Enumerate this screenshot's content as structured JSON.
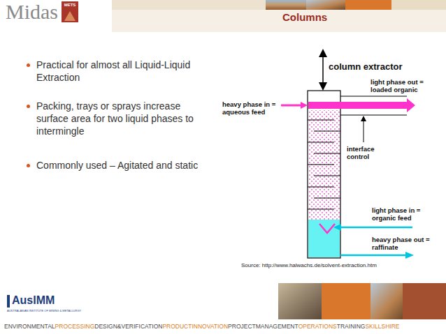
{
  "diagram": {
    "title": "Columns",
    "labels": [
      "Midas",
      "METS",
      "Practical for almost all Liquid-Liquid Extraction",
      "Packing, trays or sprays increase surface area for two liquid phases to intermingle",
      "Commonly used – Agitated and static",
      "column extractor",
      "light phase out = loaded organic",
      "heavy phase in = aqueous feed",
      "interface control",
      "light phase in = organic feed",
      "heavy phase out = raffinate",
      "Source: http://www.halwachs.de/solvent-extraction.htm",
      "AusIMM",
      "AUSTRALASIAN INSTITUTE OF MINING & METALLURGY",
      "ENVIRONMENTAL",
      "PROCESSING",
      "DESIGN&VERIFICATION",
      "PRODUCTINNOVATION",
      "PROJECTMANAGEMENT",
      "OPERATIONS",
      "TRAINING",
      "SKILLSHIRE"
    ]
  }
}
